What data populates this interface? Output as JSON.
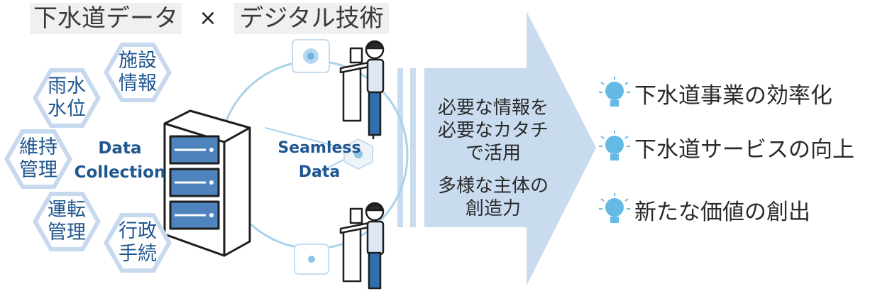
{
  "header": {
    "left_label": "下水道データ",
    "times_symbol": "×",
    "right_label": "デジタル技術"
  },
  "data_types": [
    {
      "line1": "雨水",
      "line2": "水位"
    },
    {
      "line1": "施設",
      "line2": "情報"
    },
    {
      "line1": "維持",
      "line2": "管理"
    },
    {
      "line1": "運転",
      "line2": "管理"
    },
    {
      "line1": "行政",
      "line2": "手続"
    }
  ],
  "center": {
    "collection_line1": "Data",
    "collection_line2": "Collection",
    "seamless_line1": "Seamless",
    "seamless_line2": "Data"
  },
  "arrow_text": {
    "line1": "必要な情報を",
    "line2": "必要なカタチ",
    "line3": "で活用",
    "line4": "多様な主体の",
    "line5": "創造力"
  },
  "results": [
    {
      "icon": "lightbulb-icon",
      "label": "下水道事業の効率化"
    },
    {
      "icon": "lightbulb-icon",
      "label": "下水道サービスの向上"
    },
    {
      "icon": "lightbulb-icon",
      "label": "新たな価値の創出"
    }
  ],
  "colors": {
    "accent_blue": "#1f5690",
    "arrow_blue": "#c9dcef",
    "circle_blue": "#a9d3ea",
    "server_blue": "#4e83bd",
    "bulb_blue": "#64b9e5",
    "hex_border": "#c7d9ee"
  }
}
